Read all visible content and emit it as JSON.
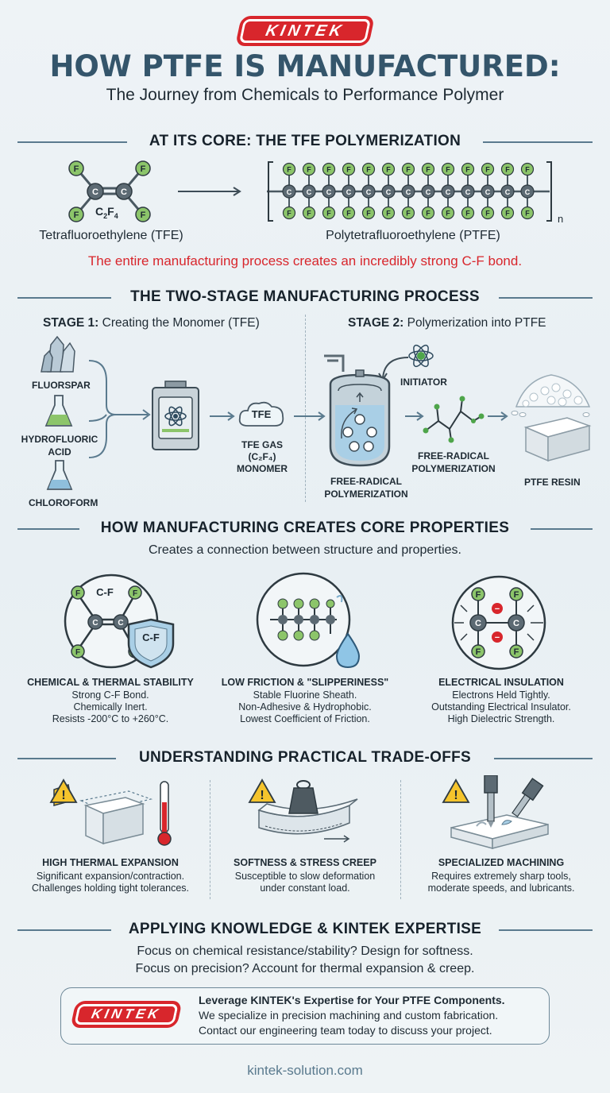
{
  "brand": {
    "logo_text": "KINTEK",
    "url": "kintek-solution.com"
  },
  "header": {
    "title": "HOW PTFE IS MANUFACTURED:",
    "subtitle": "The Journey from Chemicals to Performance Polymer"
  },
  "core": {
    "heading": "AT ITS CORE: THE TFE POLYMERIZATION",
    "monomer_formula_main": "C",
    "monomer_formula_sub1": "2",
    "monomer_formula_mid": "F",
    "monomer_formula_sub2": "4",
    "monomer_label": "Tetrafluoroethylene (TFE)",
    "polymer_label": "Polytetrafluoroethylene (PTFE)",
    "polymer_subscript": "n",
    "note": "The entire manufacturing process creates an incredibly strong C-F bond.",
    "note_color": "#d8262c",
    "atom_c": "C",
    "atom_f": "F"
  },
  "process": {
    "heading": "THE TWO-STAGE MANUFACTURING PROCESS",
    "stage1_prefix": "STAGE 1:",
    "stage1_text": "Creating the Monomer (TFE)",
    "stage2_prefix": "STAGE 2:",
    "stage2_text": "Polymerization into PTFE",
    "inputs": [
      "FLUORSPAR",
      "HYDROFLUORIC ACID",
      "CHLOROFORM"
    ],
    "tfe_cloud": "TFE",
    "tfe_gas_line1": "TFE GAS",
    "tfe_gas_line2": "(C₂F₄)",
    "tfe_gas_line3": "MONOMER",
    "initiator": "INITIATOR",
    "reactor_label_1": "FREE-RADICAL",
    "reactor_label_2": "POLYMERIZATION",
    "chain_label_1": "FREE-RADICAL",
    "chain_label_2": "POLYMERIZATION",
    "resin_label": "PTFE RESIN"
  },
  "properties": {
    "heading": "HOW MANUFACTURING CREATES CORE PROPERTIES",
    "subheading": "Creates a connection between structure and properties.",
    "items": [
      {
        "title": "CHEMICAL & THERMAL STABILITY",
        "lines": [
          "Strong C-F Bond.",
          "Chemically Inert.",
          "Resists -200°C to +260°C."
        ],
        "icon": "cf-bond-shield-icon",
        "badge": "C-F",
        "bond_label": "C-F"
      },
      {
        "title": "LOW FRICTION & \"SLIPPERINESS\"",
        "lines": [
          "Stable Fluorine Sheath.",
          "Non-Adhesive & Hydrophobic.",
          "Lowest Coefficient of Friction."
        ],
        "icon": "fluorine-sheath-droplet-icon"
      },
      {
        "title": "ELECTRICAL INSULATION",
        "lines": [
          "Electrons Held Tightly.",
          "Outstanding Electrical Insulator.",
          "High Dielectric Strength."
        ],
        "icon": "electron-bond-icon",
        "minus": "−"
      }
    ]
  },
  "tradeoffs": {
    "heading": "UNDERSTANDING PRACTICAL TRADE-OFFS",
    "items": [
      {
        "title": "HIGH THERMAL EXPANSION",
        "lines": [
          "Significant expansion/contraction.",
          "Challenges holding tight tolerances."
        ],
        "icon": "thermal-expansion-icon"
      },
      {
        "title": "SOFTNESS & STRESS CREEP",
        "lines": [
          "Susceptible to slow deformation",
          "under constant load."
        ],
        "icon": "creep-weight-icon"
      },
      {
        "title": "SPECIALIZED MACHINING",
        "lines": [
          "Requires extremely sharp tools,",
          "moderate speeds, and lubricants."
        ],
        "icon": "machining-tool-icon"
      }
    ],
    "warning_glyph": "!"
  },
  "apply": {
    "heading": "APPLYING KNOWLEDGE & KINTEK EXPERTISE",
    "line1": "Focus on chemical resistance/stability? Design for softness.",
    "line2": "Focus on precision? Account for thermal expansion & creep."
  },
  "cta": {
    "title": "Leverage KINTEK's Expertise for Your PTFE Components.",
    "line1": "We specialize in precision machining and custom fabrication.",
    "line2": "Contact our engineering team today to discuss your project."
  },
  "colors": {
    "brand_red": "#d8262c",
    "title_blue": "#34556b",
    "fluorine_green": "#8cc56a",
    "carbon_gray": "#5c6a73"
  }
}
